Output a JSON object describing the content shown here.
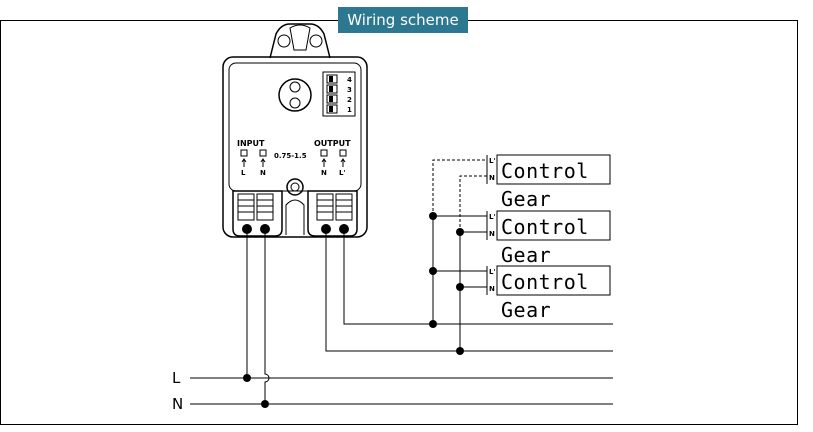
{
  "title": "Wiring scheme",
  "device": {
    "input_label": "INPUT",
    "output_label": "OUTPUT",
    "wire_size": "0.75-1.5",
    "input_terminals": [
      "L",
      "N"
    ],
    "output_terminals": [
      "N",
      "L'"
    ],
    "dip_numbers": [
      "4",
      "3",
      "2",
      "1"
    ]
  },
  "control_gears": [
    {
      "line1": "Control",
      "line2": "Gear",
      "pin_l": "L'",
      "pin_n": "N"
    },
    {
      "line1": "Control",
      "line2": "Gear",
      "pin_l": "L'",
      "pin_n": "N"
    },
    {
      "line1": "Control",
      "line2": "Gear",
      "pin_l": "L'",
      "pin_n": "N"
    }
  ],
  "mains": {
    "l_label": "L",
    "n_label": "N"
  },
  "colors": {
    "title_bg": "#2d7891",
    "title_text": "#ffffff",
    "lines": "#000000"
  }
}
